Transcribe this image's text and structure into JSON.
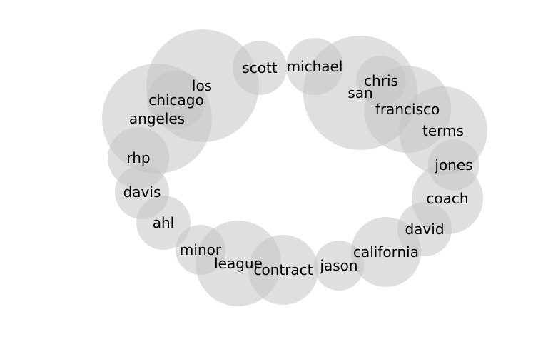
{
  "diagram": {
    "type": "word-bubble-cloud",
    "bubble_color": "#c4c4c4",
    "label_color": "#000000",
    "words": [
      {
        "id": "los",
        "label": "los"
      },
      {
        "id": "angeles",
        "label": "angeles"
      },
      {
        "id": "chicago",
        "label": "chicago"
      },
      {
        "id": "scott",
        "label": "scott"
      },
      {
        "id": "michael",
        "label": "michael"
      },
      {
        "id": "san",
        "label": "san"
      },
      {
        "id": "chris",
        "label": "chris"
      },
      {
        "id": "francisco",
        "label": "francisco"
      },
      {
        "id": "terms",
        "label": "terms"
      },
      {
        "id": "jones",
        "label": "jones"
      },
      {
        "id": "coach",
        "label": "coach"
      },
      {
        "id": "david",
        "label": "david"
      },
      {
        "id": "california",
        "label": "california"
      },
      {
        "id": "jason",
        "label": "jason"
      },
      {
        "id": "contract",
        "label": "contract"
      },
      {
        "id": "league",
        "label": "league"
      },
      {
        "id": "minor",
        "label": "minor"
      },
      {
        "id": "ahl",
        "label": "ahl"
      },
      {
        "id": "davis",
        "label": "davis"
      },
      {
        "id": "rhp",
        "label": "rhp"
      }
    ]
  }
}
